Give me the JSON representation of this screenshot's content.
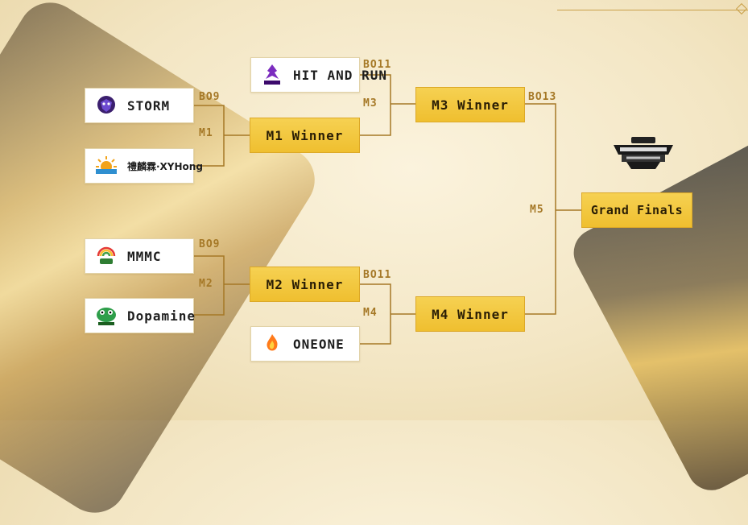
{
  "teams": {
    "storm": "STORM",
    "xyhong": "禮麟霖·XYHong",
    "hitandrun": "HIT AND RUN",
    "mmmc": "MMMC",
    "dopamine": "Dopamine",
    "oneone": "ONEONE"
  },
  "matches": {
    "m1": {
      "label": "M1",
      "winner": "M1 Winner",
      "format": "BO9"
    },
    "m2": {
      "label": "M2",
      "winner": "M2 Winner",
      "format": "BO9"
    },
    "m3": {
      "label": "M3",
      "winner": "M3 Winner",
      "format": "BO11"
    },
    "m4": {
      "label": "M4",
      "winner": "M4 Winner",
      "format": "BO11"
    },
    "m5": {
      "label": "M5",
      "winner": "Grand Finals",
      "format": "BO13"
    }
  },
  "colors": {
    "accent": "#efbf2f",
    "line": "#a57826"
  }
}
